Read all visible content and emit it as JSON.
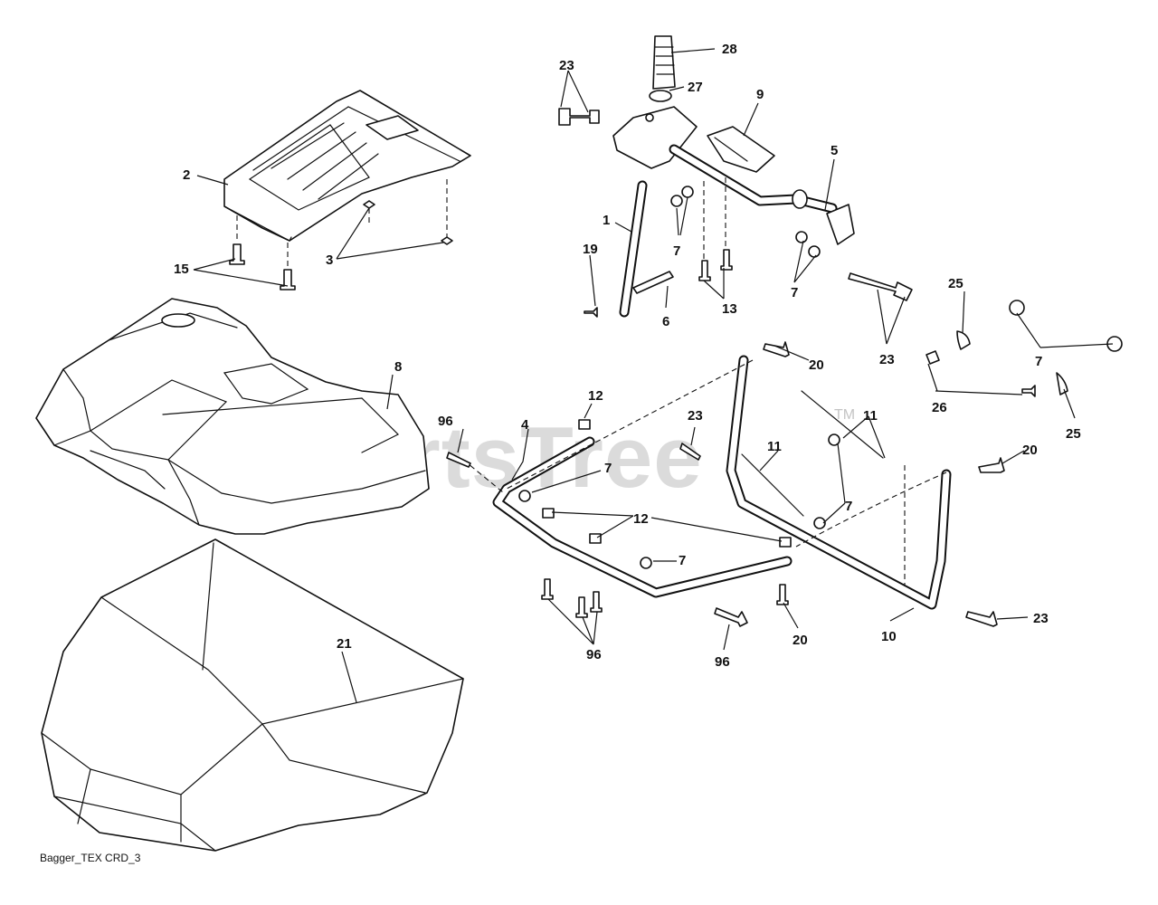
{
  "watermark": {
    "text": "PartsTree",
    "trademark": "TM"
  },
  "caption": "Bagger_TEX CRD_3",
  "callouts": [
    {
      "id": "c28",
      "label": "28"
    },
    {
      "id": "c23a",
      "label": "23"
    },
    {
      "id": "c27",
      "label": "27"
    },
    {
      "id": "c9",
      "label": "9"
    },
    {
      "id": "c5",
      "label": "5"
    },
    {
      "id": "c2",
      "label": "2"
    },
    {
      "id": "c1",
      "label": "1"
    },
    {
      "id": "c7a",
      "label": "7"
    },
    {
      "id": "c19",
      "label": "19"
    },
    {
      "id": "c3",
      "label": "3"
    },
    {
      "id": "c15",
      "label": "15"
    },
    {
      "id": "c13",
      "label": "13"
    },
    {
      "id": "c7b",
      "label": "7"
    },
    {
      "id": "c6",
      "label": "6"
    },
    {
      "id": "c25a",
      "label": "25"
    },
    {
      "id": "c23b",
      "label": "23"
    },
    {
      "id": "c7c",
      "label": "7"
    },
    {
      "id": "c8",
      "label": "8"
    },
    {
      "id": "c20a",
      "label": "20"
    },
    {
      "id": "c12a",
      "label": "12"
    },
    {
      "id": "c26",
      "label": "26"
    },
    {
      "id": "c96a",
      "label": "96"
    },
    {
      "id": "c4",
      "label": "4"
    },
    {
      "id": "c23c",
      "label": "23"
    },
    {
      "id": "c11a",
      "label": "11"
    },
    {
      "id": "c11b",
      "label": "11"
    },
    {
      "id": "c25b",
      "label": "25"
    },
    {
      "id": "c7d",
      "label": "7"
    },
    {
      "id": "c20b",
      "label": "20"
    },
    {
      "id": "c7e",
      "label": "7"
    },
    {
      "id": "c12b",
      "label": "12"
    },
    {
      "id": "c7f",
      "label": "7"
    },
    {
      "id": "c23d",
      "label": "23"
    },
    {
      "id": "c21",
      "label": "21"
    },
    {
      "id": "c10",
      "label": "10"
    },
    {
      "id": "c96b",
      "label": "96"
    },
    {
      "id": "c20c",
      "label": "20"
    },
    {
      "id": "c96c",
      "label": "96"
    }
  ]
}
